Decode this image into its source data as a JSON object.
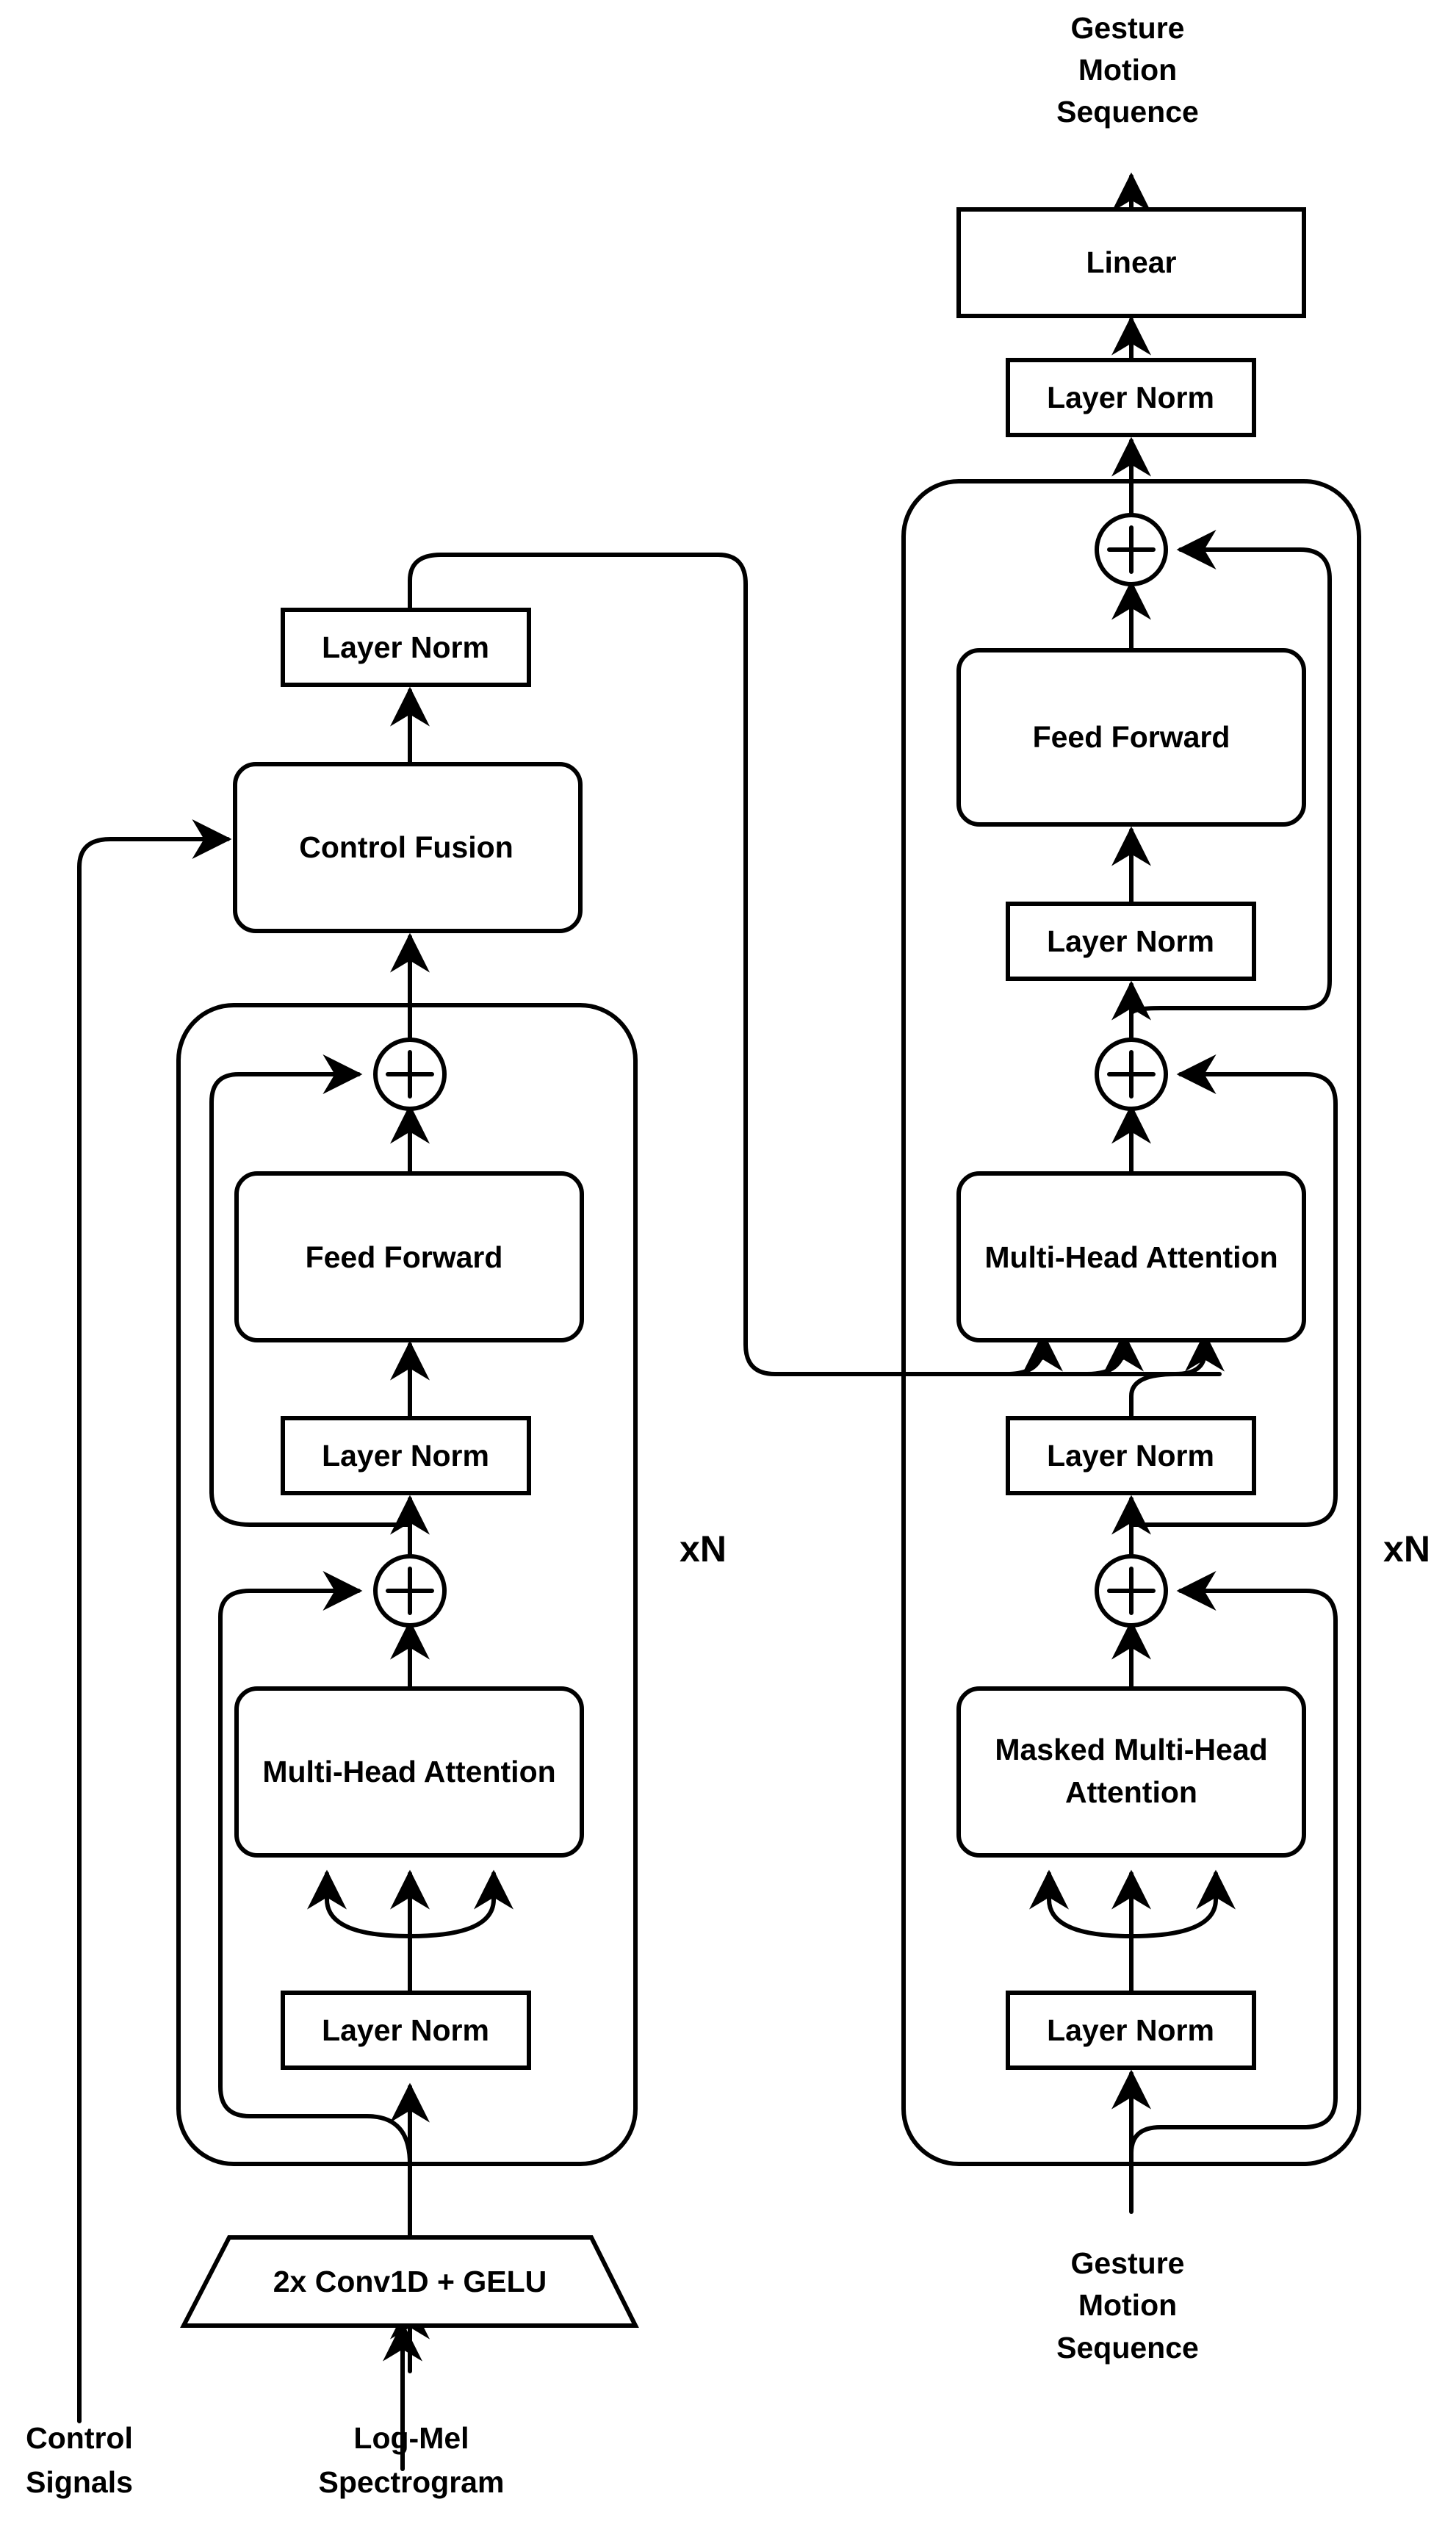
{
  "encoder": {
    "input_label": [
      "Log-Mel",
      "Spectrogram"
    ],
    "control_label": [
      "Control",
      "Signals"
    ],
    "conv_label": "2x Conv1D + GELU",
    "layer_norm_1": "Layer Norm",
    "attention": [
      "Multi-Head Attention"
    ],
    "layer_norm_2": "Layer Norm",
    "feed_forward": "Feed Forward",
    "control_fusion": "Control Fusion",
    "final_layer_norm": "Layer Norm",
    "repeat": "xN"
  },
  "decoder": {
    "input_label": [
      "Gesture",
      "Motion",
      "Sequence"
    ],
    "layer_norm_1": "Layer Norm",
    "masked_attention": [
      "Masked Multi-Head",
      "Attention"
    ],
    "layer_norm_2": "Layer Norm",
    "cross_attention": [
      "Multi-Head Attention"
    ],
    "layer_norm_3": "Layer Norm",
    "feed_forward": "Feed Forward",
    "final_layer_norm": "Layer Norm",
    "linear": "Linear",
    "output_label": [
      "Gesture",
      "Motion",
      "Sequence"
    ],
    "repeat": "xN"
  },
  "icons": {
    "add": "plus-circle-icon",
    "arrow": "arrowhead-icon"
  }
}
